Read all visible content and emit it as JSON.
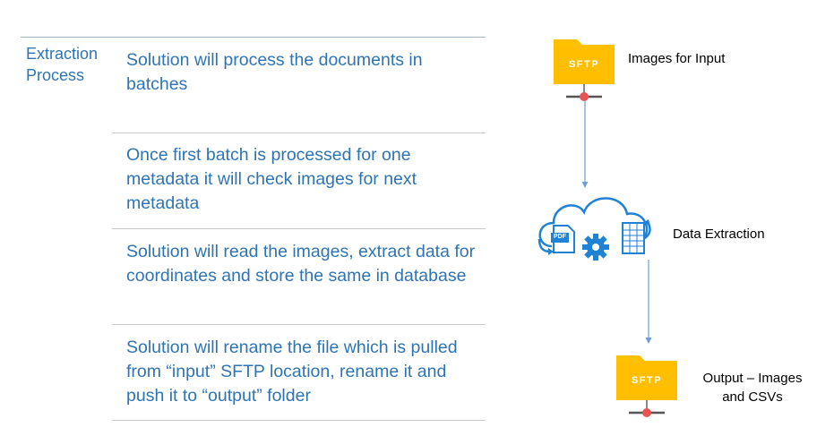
{
  "section": {
    "label": "Extraction\nProcess"
  },
  "steps": [
    {
      "text": "Solution will process the documents in batches"
    },
    {
      "text": "Once first batch is processed for one metadata it will check images for next metadata"
    },
    {
      "text": "Solution will read the images, extract data for coordinates and  store the same in database"
    },
    {
      "text": "Solution will rename the file which is pulled from “input” SFTP location, rename it and push it to “output” folder"
    }
  ],
  "diagram": {
    "input_folder_label": "SFTP",
    "input_caption": "Images for Input",
    "cloud_caption": "Data Extraction",
    "pdf_label": "PDF",
    "output_folder_label": "SFTP",
    "output_caption_line1": "Output – Images",
    "output_caption_line2": "and CSVs"
  },
  "colors": {
    "text_blue": "#2e74b5",
    "folder": "#ffc000",
    "connector": "#6a9fd8",
    "icon_blue": "#1f82d4",
    "server_red": "#e85454"
  }
}
